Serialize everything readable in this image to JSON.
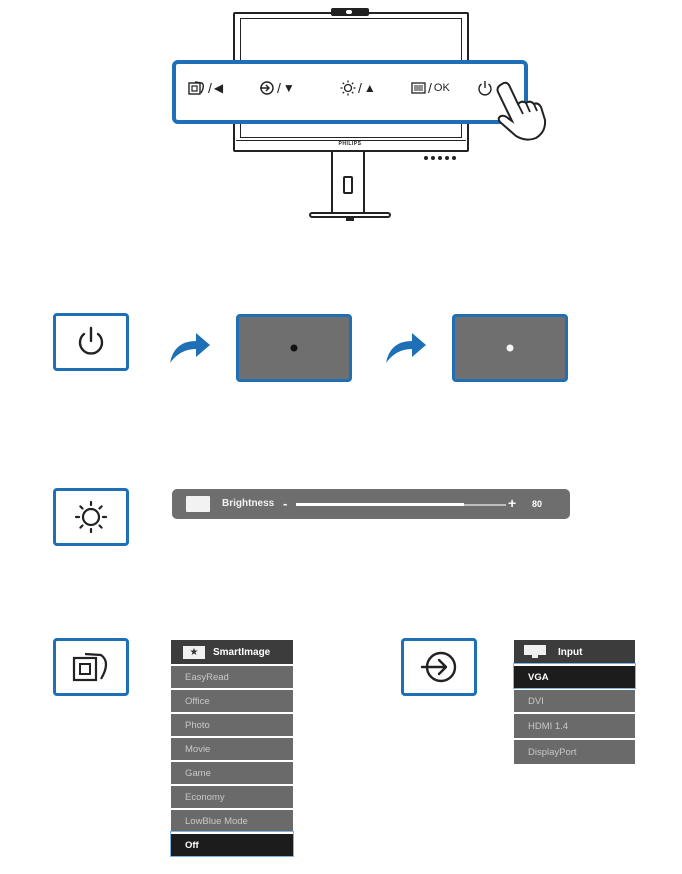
{
  "monitor": {
    "brand": "PHILIPS",
    "keys": [
      {
        "icon": "smartimage-icon",
        "glyph": "⎚",
        "sep": "/",
        "arrow": "◀"
      },
      {
        "icon": "input-icon",
        "glyph": "⊕",
        "sep": "/",
        "arrow": "▼"
      },
      {
        "icon": "brightness-icon",
        "glyph": "☼",
        "sep": "/",
        "arrow": "▲"
      },
      {
        "icon": "menu-icon",
        "glyph": "▤",
        "sep": "/",
        "arrow": "OK"
      },
      {
        "icon": "power-icon",
        "glyph": "⏻"
      }
    ],
    "accent": "#1e6fb5"
  },
  "power_step": {
    "led_off_color": "#111111",
    "led_on_color": "#f4f4f4"
  },
  "brightness": {
    "label": "Brightness",
    "minus": "-",
    "plus": "+",
    "value": "80",
    "level_percent": 80
  },
  "smartimage_menu": {
    "title": "SmartImage",
    "items": [
      "EasyRead",
      "Office",
      "Photo",
      "Movie",
      "Game",
      "Economy",
      "LowBlue Mode",
      "Off"
    ],
    "selected": "Off"
  },
  "input_menu": {
    "title": "Input",
    "items": [
      "VGA",
      "DVI",
      "HDMI 1.4",
      "DisplayPort"
    ],
    "selected": "VGA"
  }
}
